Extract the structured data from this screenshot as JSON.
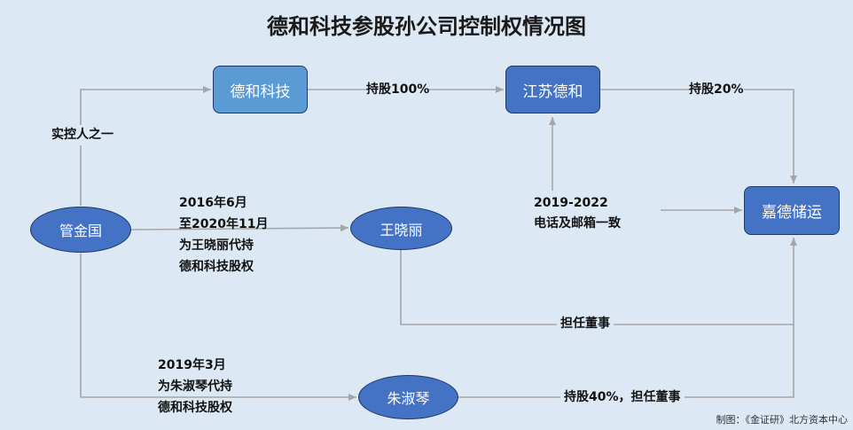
{
  "title": "德和科技参股孙公司控制权情况图",
  "nodes": {
    "dehe_keji": "德和科技",
    "jiangsu_dehe": "江苏德和",
    "jiade_chuyun": "嘉德储运",
    "guan_jinguo": "管金国",
    "wang_xiaoli": "王晓丽",
    "zhu_shuqin": "朱淑琴"
  },
  "edges": {
    "actual_controller": "实控人之一",
    "holding_100": "持股100%",
    "holding_20": "持股20%",
    "wang_proxy": [
      "2016年6月",
      "至2020年11月",
      "为王晓丽代持",
      "德和科技股权"
    ],
    "phone_email": [
      "2019-2022",
      "电话及邮箱一致"
    ],
    "director": "担任董事",
    "zhu_proxy": [
      "2019年3月",
      "为朱淑琴代持",
      "德和科技股权"
    ],
    "zhu_holding": "持股40%，担任董事"
  },
  "credit": "制图：《金证研》北方资本中心",
  "colors": {
    "background": "#dce9f4",
    "box_light": "#5b9bd5",
    "box_dark": "#4472c4",
    "border": "#203864",
    "arrow": "#a6a6a6"
  }
}
